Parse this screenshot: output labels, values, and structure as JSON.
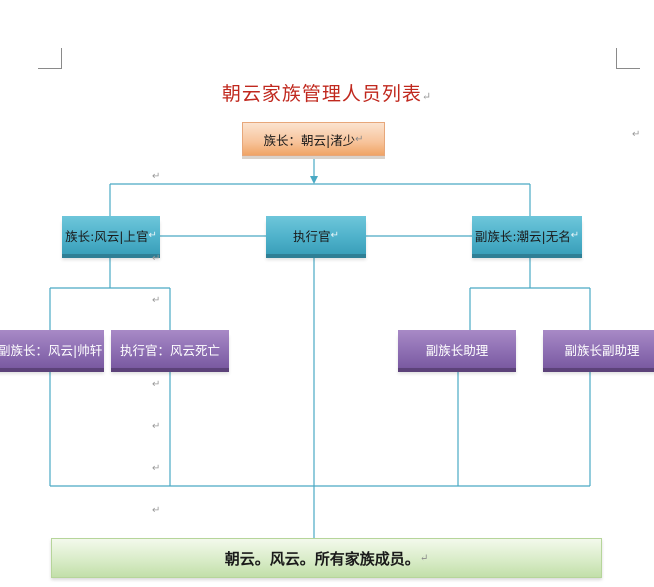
{
  "title": "朝云家族管理人员列表",
  "nodes": {
    "head": "族长：朝云|渚少",
    "clan_leader": "族长:风云|上官",
    "executive": "执行官",
    "vice_leader": "副族长:潮云|无名",
    "vice_sub": "副族长：风云|帅轩",
    "exec_sub": "执行官：风云死亡",
    "assistant": "副族长助理",
    "vice_assistant": "副族长副助理",
    "members": "朝云。风云。所有家族成员。"
  },
  "paragraph_mark": "↵",
  "colors": {
    "title": "#c0281e",
    "connector": "#4aa9c4",
    "head_box": "#f7c39a",
    "level1_box": "#4fb2cb",
    "level2_box": "#8e6fb3",
    "members_box": "#d9ecc8"
  }
}
